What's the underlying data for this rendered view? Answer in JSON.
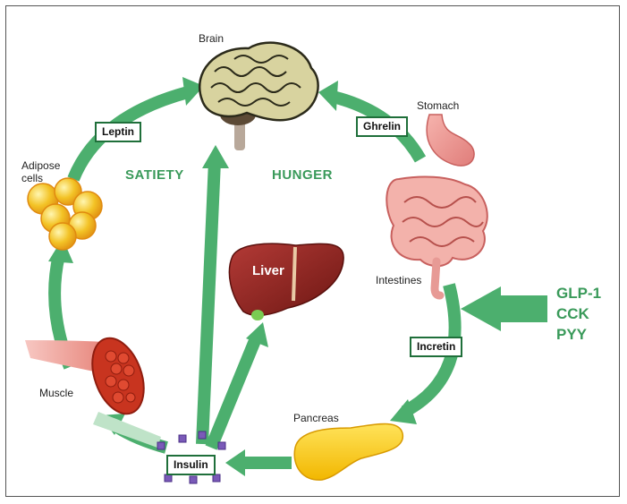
{
  "organs": {
    "brain": "Brain",
    "stomach": "Stomach",
    "adipose": "Adipose\ncells",
    "intestines": "Intestines",
    "muscle": "Muscle",
    "pancreas": "Pancreas",
    "liver": "Liver"
  },
  "states": {
    "satiety": "SATIETY",
    "hunger": "HUNGER"
  },
  "hormones": {
    "leptin": "Leptin",
    "ghrelin": "Ghrelin",
    "incretin": "Incretin",
    "insulin": "Insulin"
  },
  "gut_peptides": [
    "GLP-1",
    "CCK",
    "PYY"
  ],
  "colors": {
    "arrow": "#4caf6e",
    "accent_text": "#3a9a5a",
    "box_border": "#1f6f3a"
  }
}
